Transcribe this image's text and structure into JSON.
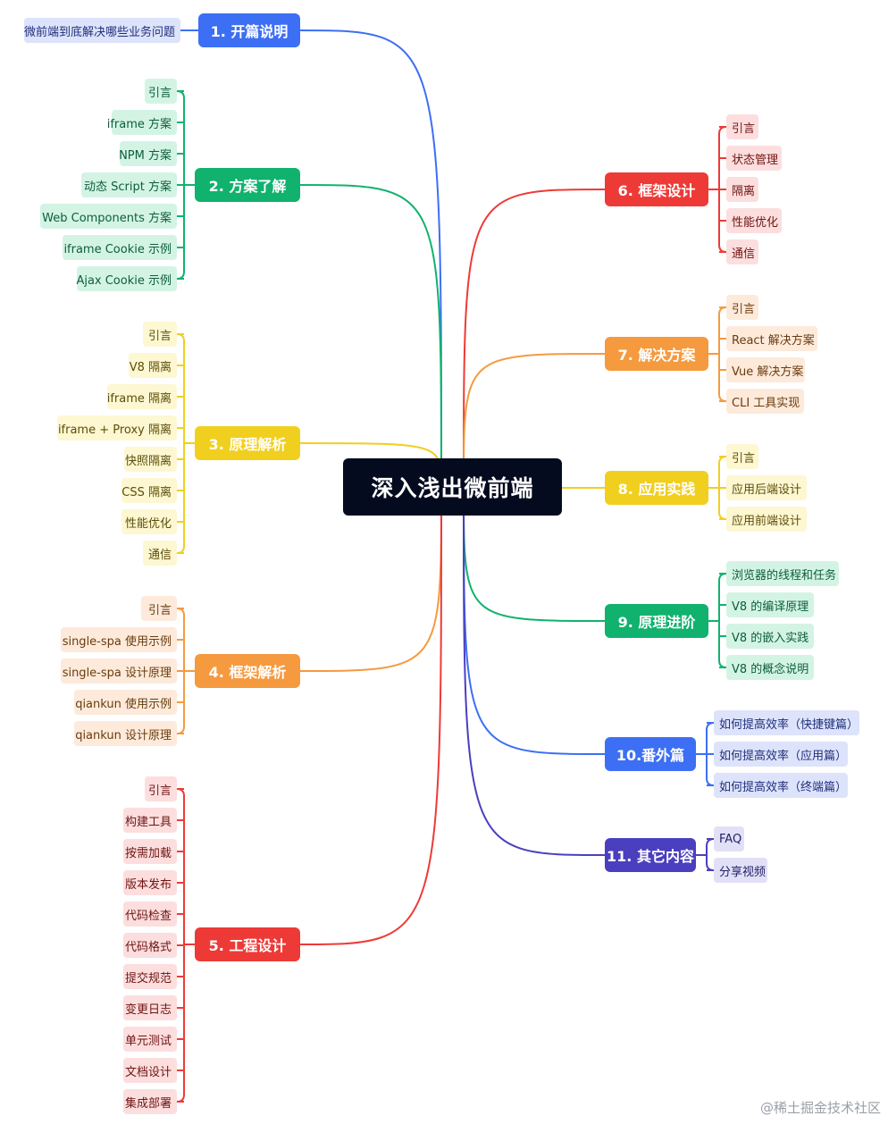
{
  "root": {
    "title": "深入浅出微前端"
  },
  "branches": [
    {
      "id": "b1",
      "label": "1. 开篇说明",
      "color": "#3d6ff5",
      "leaf_bg": "#dde3fb",
      "leaf_text": "#1f2f7a",
      "children": [
        "微前端到底解决哪些业务问题"
      ]
    },
    {
      "id": "b2",
      "label": "2. 方案了解",
      "color": "#10b26e",
      "leaf_bg": "#d3f4e5",
      "leaf_text": "#0d5d3a",
      "children": [
        "引言",
        "iframe 方案",
        "NPM 方案",
        "动态 Script 方案",
        "Web Components 方案",
        "iframe Cookie 示例",
        "Ajax Cookie 示例"
      ]
    },
    {
      "id": "b3",
      "label": "3. 原理解析",
      "color": "#f1cf1f",
      "leaf_bg": "#fdf7d2",
      "leaf_text": "#5c4e07",
      "children": [
        "引言",
        "V8 隔离",
        "iframe 隔离",
        "iframe + Proxy 隔离",
        "快照隔离",
        "CSS 隔离",
        "性能优化",
        "通信"
      ]
    },
    {
      "id": "b4",
      "label": "4. 框架解析",
      "color": "#f59a3f",
      "leaf_bg": "#fdeadb",
      "leaf_text": "#6a3c0e",
      "children": [
        "引言",
        "single-spa 使用示例",
        "single-spa 设计原理",
        "qiankun 使用示例",
        "qiankun 设计原理"
      ]
    },
    {
      "id": "b5",
      "label": "5. 工程设计",
      "color": "#ee3a36",
      "leaf_bg": "#fcdede",
      "leaf_text": "#6e1412",
      "children": [
        "引言",
        "构建工具",
        "按需加载",
        "版本发布",
        "代码检查",
        "代码格式",
        "提交规范",
        "变更日志",
        "单元测试",
        "文档设计",
        "集成部署"
      ]
    },
    {
      "id": "b6",
      "label": "6. 框架设计",
      "color": "#ee3a36",
      "leaf_bg": "#fcdede",
      "leaf_text": "#6e1412",
      "children": [
        "引言",
        "状态管理",
        "隔离",
        "性能优化",
        "通信"
      ]
    },
    {
      "id": "b7",
      "label": "7. 解决方案",
      "color": "#f59a3f",
      "leaf_bg": "#fdeadb",
      "leaf_text": "#6a3c0e",
      "children": [
        "引言",
        "React 解决方案",
        "Vue 解决方案",
        "CLI 工具实现"
      ]
    },
    {
      "id": "b8",
      "label": "8. 应用实践",
      "color": "#f1cf1f",
      "leaf_bg": "#fdf7d2",
      "leaf_text": "#5c4e07",
      "children": [
        "引言",
        "应用后端设计",
        "应用前端设计"
      ]
    },
    {
      "id": "b9",
      "label": "9. 原理进阶",
      "color": "#10b26e",
      "leaf_bg": "#d3f4e5",
      "leaf_text": "#0d5d3a",
      "children": [
        "浏览器的线程和任务",
        "V8 的编译原理",
        "V8 的嵌入实践",
        "V8 的概念说明"
      ]
    },
    {
      "id": "b10",
      "label": "10.番外篇",
      "color": "#3d6ff5",
      "leaf_bg": "#dde3fb",
      "leaf_text": "#1f2f7a",
      "children": [
        "如何提高效率（快捷键篇）",
        "如何提高效率（应用篇）",
        "如何提高效率（终端篇）"
      ]
    },
    {
      "id": "b11",
      "label": "11. 其它内容",
      "color": "#4a3fbf",
      "leaf_bg": "#e2e0f6",
      "leaf_text": "#24206a",
      "children": [
        "FAQ",
        "分享视频"
      ]
    }
  ],
  "watermark": "@稀土掘金技术社区"
}
